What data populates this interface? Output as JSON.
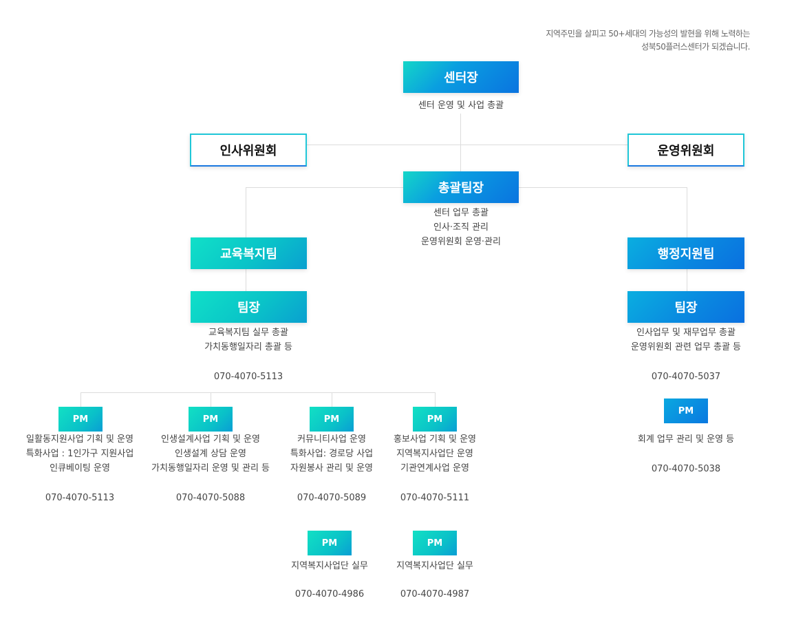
{
  "tagline": [
    "지역주민을 살피고 50+세대의 가능성의 발현을 위해 노력하는",
    "성북50플러스센터가 되겠습니다."
  ],
  "director": {
    "title": "센터장",
    "desc": [
      "센터 운영 및 사업 총괄"
    ]
  },
  "committees": {
    "hr": "인사위원회",
    "ops": "운영위원회"
  },
  "general_manager": {
    "title": "총괄팀장",
    "desc": [
      "센터 업무 총괄",
      "인사·조직 관리",
      "운영위원회 운영·관리"
    ]
  },
  "edu_team": {
    "title": "교육복지팀",
    "leader": "팀장",
    "desc": [
      "교육복지팀 실무 총괄",
      "가치동행일자리 총괄 등"
    ],
    "phone": "070-4070-5113"
  },
  "admin_team": {
    "title": "행정지원팀",
    "leader": "팀장",
    "desc": [
      "인사업무 및 재무업무 총괄",
      "운영위원회 관련 업무 총괄 등"
    ],
    "phone": "070-4070-5037"
  },
  "pms": [
    {
      "label": "PM",
      "desc": [
        "일활동지원사업 기획 및 운영",
        "특화사업 : 1인가구 지원사업",
        "인큐베이팅 운영"
      ],
      "phone": "070-4070-5113"
    },
    {
      "label": "PM",
      "desc": [
        "인생설계사업 기획 및 운영",
        "인생설계 상담 운영",
        "가치동행일자리 운영 및 관리 등"
      ],
      "phone": "070-4070-5088"
    },
    {
      "label": "PM",
      "desc": [
        "커뮤니티사업 운영",
        "특화사업: 경로당 사업",
        "자원봉사 관리 및 운영"
      ],
      "phone": "070-4070-5089"
    },
    {
      "label": "PM",
      "desc": [
        "홍보사업 기획 및 운영",
        "지역복지사업단 운영",
        "기관연계사업 운영"
      ],
      "phone": "070-4070-5111"
    },
    {
      "label": "PM",
      "desc": [
        "지역복지사업단 실무"
      ],
      "phone": "070-4070-4986"
    },
    {
      "label": "PM",
      "desc": [
        "지역복지사업단 실무"
      ],
      "phone": "070-4070-4987"
    },
    {
      "label": "PM",
      "desc": [
        "회계 업무 관리 및 운영 등"
      ],
      "phone": "070-4070-5038"
    }
  ]
}
